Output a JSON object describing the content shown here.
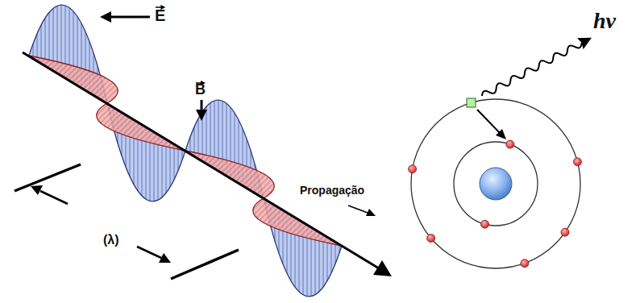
{
  "diagram": {
    "labels": [
      "E",
      "B",
      "(λ)",
      "Propagação",
      "hν"
    ]
  }
}
